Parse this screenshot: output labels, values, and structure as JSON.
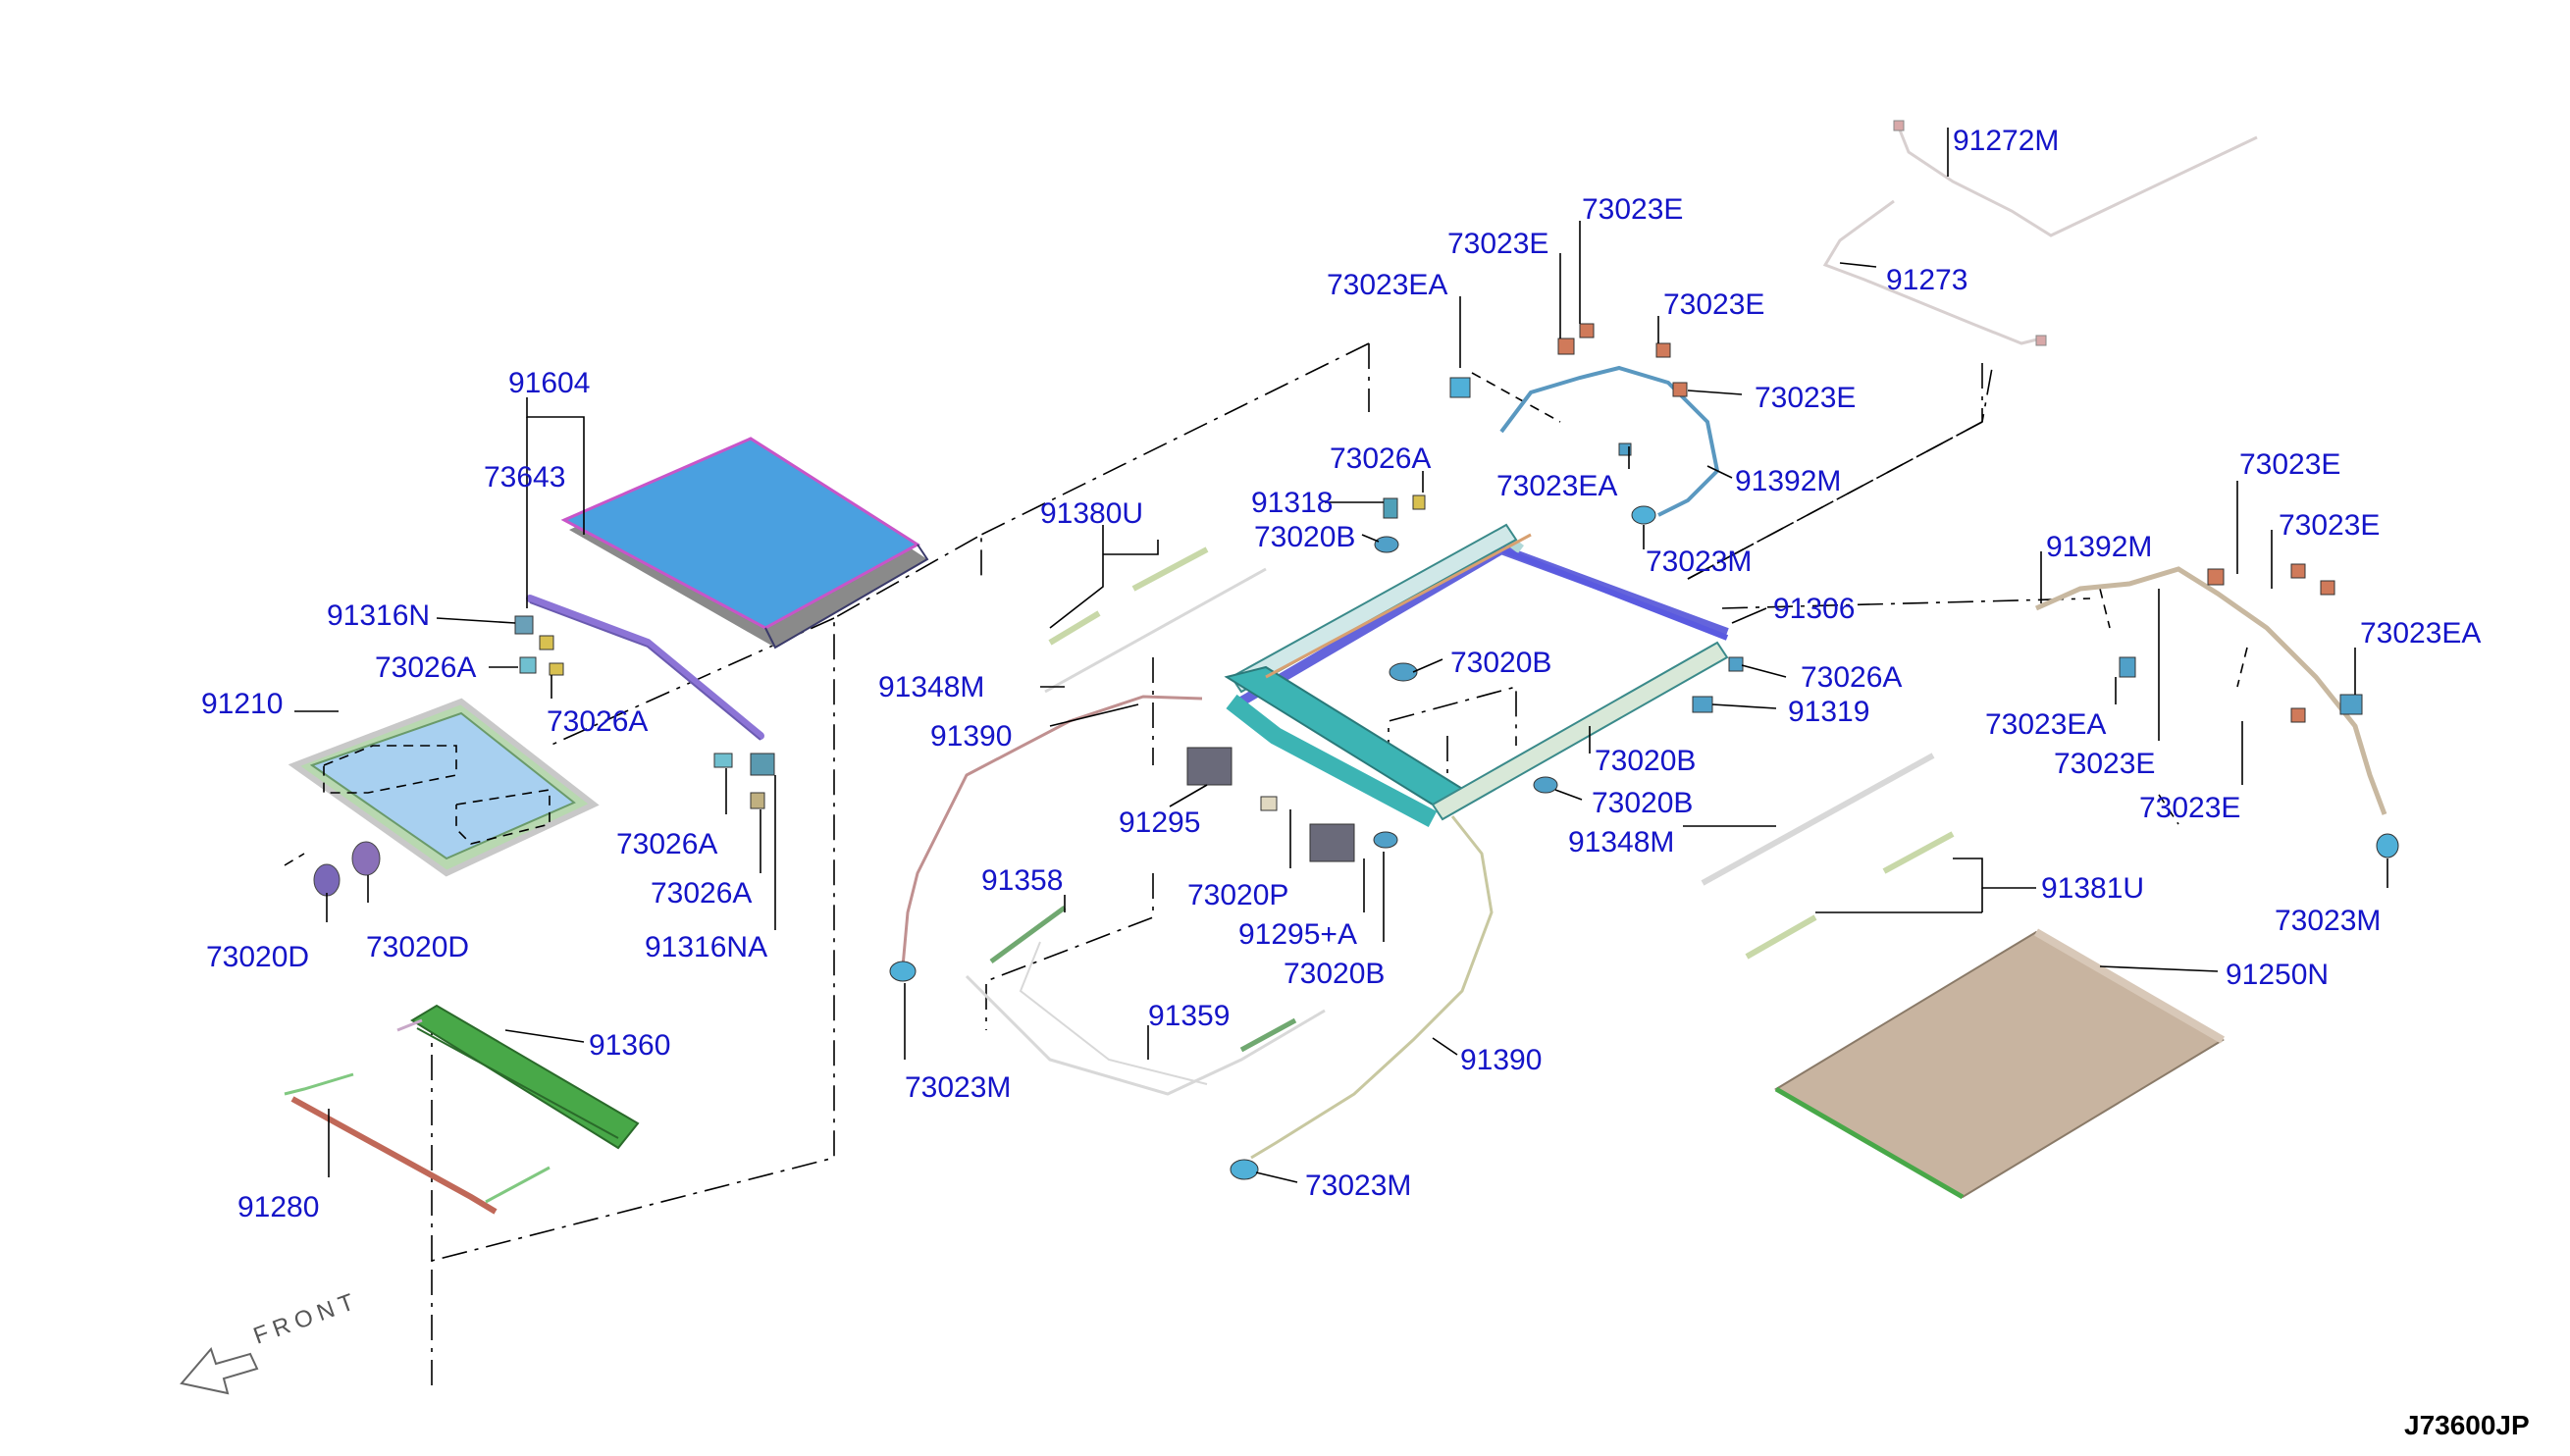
{
  "diagram": {
    "code": "J73600JP",
    "front_text": "FRONT",
    "labels": [
      {
        "id": "l91604",
        "text": "91604"
      },
      {
        "id": "l73643",
        "text": "73643"
      },
      {
        "id": "l91316N",
        "text": "91316N"
      },
      {
        "id": "l73026A_1",
        "text": "73026A"
      },
      {
        "id": "l73026A_2",
        "text": "73026A"
      },
      {
        "id": "l91210",
        "text": "91210"
      },
      {
        "id": "l73026A_3",
        "text": "73026A"
      },
      {
        "id": "l73026A_4",
        "text": "73026A"
      },
      {
        "id": "l91316NA",
        "text": "91316NA"
      },
      {
        "id": "l73020D_1",
        "text": "73020D"
      },
      {
        "id": "l73020D_2",
        "text": "73020D"
      },
      {
        "id": "l91360",
        "text": "91360"
      },
      {
        "id": "l91280",
        "text": "91280"
      },
      {
        "id": "l91380U",
        "text": "91380U"
      },
      {
        "id": "l91348M_1",
        "text": "91348M"
      },
      {
        "id": "l91390_1",
        "text": "91390"
      },
      {
        "id": "l91318",
        "text": "91318"
      },
      {
        "id": "l73020B_1",
        "text": "73020B"
      },
      {
        "id": "l73026A_5",
        "text": "73026A"
      },
      {
        "id": "l73023EA_1",
        "text": "73023EA"
      },
      {
        "id": "l73023E_1",
        "text": "73023E"
      },
      {
        "id": "l73023E_2",
        "text": "73023E"
      },
      {
        "id": "l73023E_3",
        "text": "73023E"
      },
      {
        "id": "l73023E_4",
        "text": "73023E"
      },
      {
        "id": "l73023EA_2",
        "text": "73023EA"
      },
      {
        "id": "l91392M_1",
        "text": "91392M"
      },
      {
        "id": "l73023M_1",
        "text": "73023M"
      },
      {
        "id": "l91306",
        "text": "91306"
      },
      {
        "id": "l73020B_2",
        "text": "73020B"
      },
      {
        "id": "l73026A_6",
        "text": "73026A"
      },
      {
        "id": "l91319",
        "text": "91319"
      },
      {
        "id": "l73020B_3",
        "text": "73020B"
      },
      {
        "id": "l73020B_4",
        "text": "73020B"
      },
      {
        "id": "l91348M_2",
        "text": "91348M"
      },
      {
        "id": "l91295",
        "text": "91295"
      },
      {
        "id": "l73020P",
        "text": "73020P"
      },
      {
        "id": "l91295A",
        "text": "91295+A"
      },
      {
        "id": "l73020B_5",
        "text": "73020B"
      },
      {
        "id": "l91358",
        "text": "91358"
      },
      {
        "id": "l91359",
        "text": "91359"
      },
      {
        "id": "l73023M_2",
        "text": "73023M"
      },
      {
        "id": "l91390_2",
        "text": "91390"
      },
      {
        "id": "l73023M_3",
        "text": "73023M"
      },
      {
        "id": "l91272M",
        "text": "91272M"
      },
      {
        "id": "l91273",
        "text": "91273"
      },
      {
        "id": "l91392M_2",
        "text": "91392M"
      },
      {
        "id": "l73023E_5",
        "text": "73023E"
      },
      {
        "id": "l73023E_6",
        "text": "73023E"
      },
      {
        "id": "l73023EA_3",
        "text": "73023EA"
      },
      {
        "id": "l73023EA_4",
        "text": "73023EA"
      },
      {
        "id": "l73023E_7",
        "text": "73023E"
      },
      {
        "id": "l73023E_8",
        "text": "73023E"
      },
      {
        "id": "l73023M_4",
        "text": "73023M"
      },
      {
        "id": "l91381U",
        "text": "91381U"
      },
      {
        "id": "l91250N",
        "text": "91250N"
      }
    ]
  },
  "colors": {
    "label": "#1414c8",
    "glass": "#4aa0e0",
    "frame": "#3cb4b4",
    "deflector": "#48a848",
    "shade": "#c8b4a0",
    "rail": "#5a5ae0",
    "bracket": "#d07a5a"
  }
}
